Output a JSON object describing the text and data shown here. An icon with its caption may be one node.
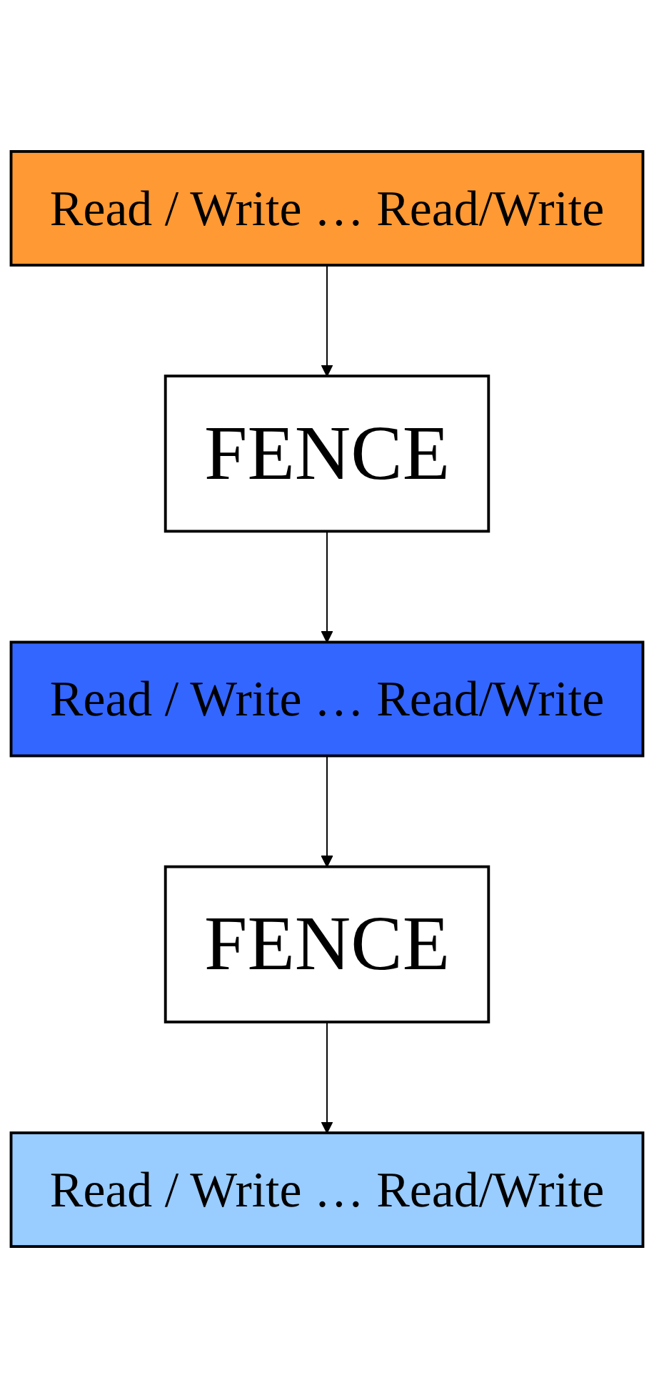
{
  "diagram": {
    "nodes": [
      {
        "text": [
          "Read / Write … Read/Write"
        ]
      },
      {
        "text": [
          "FENCE"
        ]
      },
      {
        "text": [
          "Read / Write … Read/Write"
        ]
      },
      {
        "text": [
          "FENCE"
        ]
      },
      {
        "text": [
          "Read / Write … Read/Write"
        ]
      }
    ],
    "edges": [
      {
        "from": 0,
        "to": 1,
        "arrow": "to"
      },
      {
        "from": 1,
        "to": 2,
        "arrow": "to"
      },
      {
        "from": 2,
        "to": 3,
        "arrow": "to"
      },
      {
        "from": 3,
        "to": 4,
        "arrow": "to"
      }
    ]
  }
}
